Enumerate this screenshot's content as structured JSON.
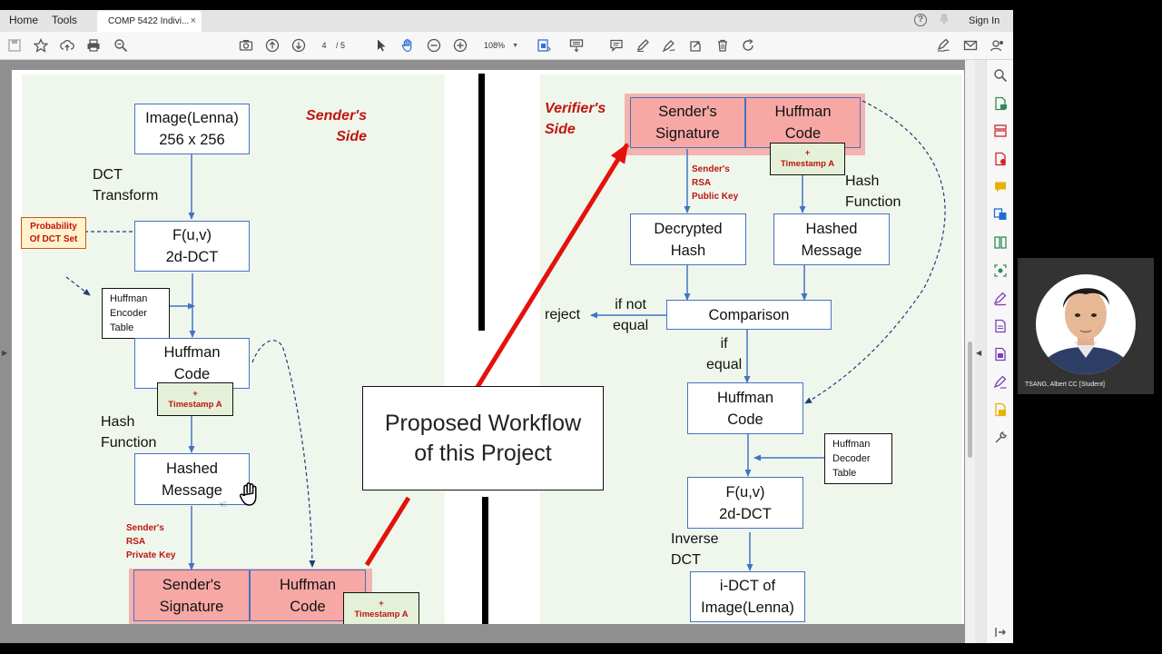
{
  "browser": {
    "home": "Home",
    "tools": "Tools",
    "doc_tab": "COMP 5422 Indivi...",
    "close_glyph": "×",
    "sign_in": "Sign In"
  },
  "toolbar": {
    "page_current": "4",
    "page_total": "/ 5",
    "zoom": "108%",
    "icons": [
      "save-icon",
      "bookmark-star-icon",
      "upload-icon",
      "print-icon",
      "zoom-search-icon",
      "snapshot-icon",
      "prev-page-icon",
      "next-page-icon",
      "select-cursor-icon",
      "hand-tool-icon",
      "zoom-out-icon",
      "zoom-in-icon",
      "fit-page-icon",
      "scroll-mode-icon",
      "comment-icon",
      "pen-icon",
      "sign-icon",
      "share-icon",
      "delete-icon",
      "rotate-icon",
      "fill-sign-icon",
      "email-icon",
      "account-icon"
    ]
  },
  "slide": {
    "left": {
      "title": "Sender's\nSide",
      "image_box": "Image(Lenna)\n256 x 256",
      "dct_label": "DCT\nTransform",
      "fuv_box": "F(u,v)\n2d-DCT",
      "probability_box": "Probability\nOf DCT Set",
      "huffman_encoder": "Huffman\nEncoder\nTable",
      "huffman_code": "Huffman\nCode",
      "timestamp": "+\nTimestamp A",
      "hash_label": "Hash\nFunction",
      "hashed_message": "Hashed\nMessage",
      "rsa_private": "Sender's\nRSA\nPrivate Key",
      "sender_signature": "Sender's\nSignature",
      "huffman_code_out": "Huffman\nCode",
      "timestamp_out": "+\nTimestamp A"
    },
    "overlay": "Proposed Workflow\nof this Project",
    "right": {
      "title": "Verifier's\nSide",
      "sender_signature": "Sender's\nSignature",
      "huffman_code_in": "Huffman\nCode",
      "timestamp": "+\nTimestamp A",
      "rsa_public": "Sender's\nRSA\nPublic Key",
      "hash_label": "Hash\nFunction",
      "decrypted_hash": "Decrypted\nHash",
      "hashed_message": "Hashed\nMessage",
      "reject": "reject",
      "if_not_equal": "if not\nequal",
      "comparison": "Comparison",
      "if_equal": "if\nequal",
      "huffman_code": "Huffman\nCode",
      "huffman_decoder": "Huffman\nDecoder\nTable",
      "fuv_box": "F(u,v)\n2d-DCT",
      "inverse_label": "Inverse\nDCT",
      "idct_box": "i-DCT of\nImage(Lenna)"
    }
  },
  "webcam": {
    "name": "TSANG, Albert CC [Student]"
  }
}
